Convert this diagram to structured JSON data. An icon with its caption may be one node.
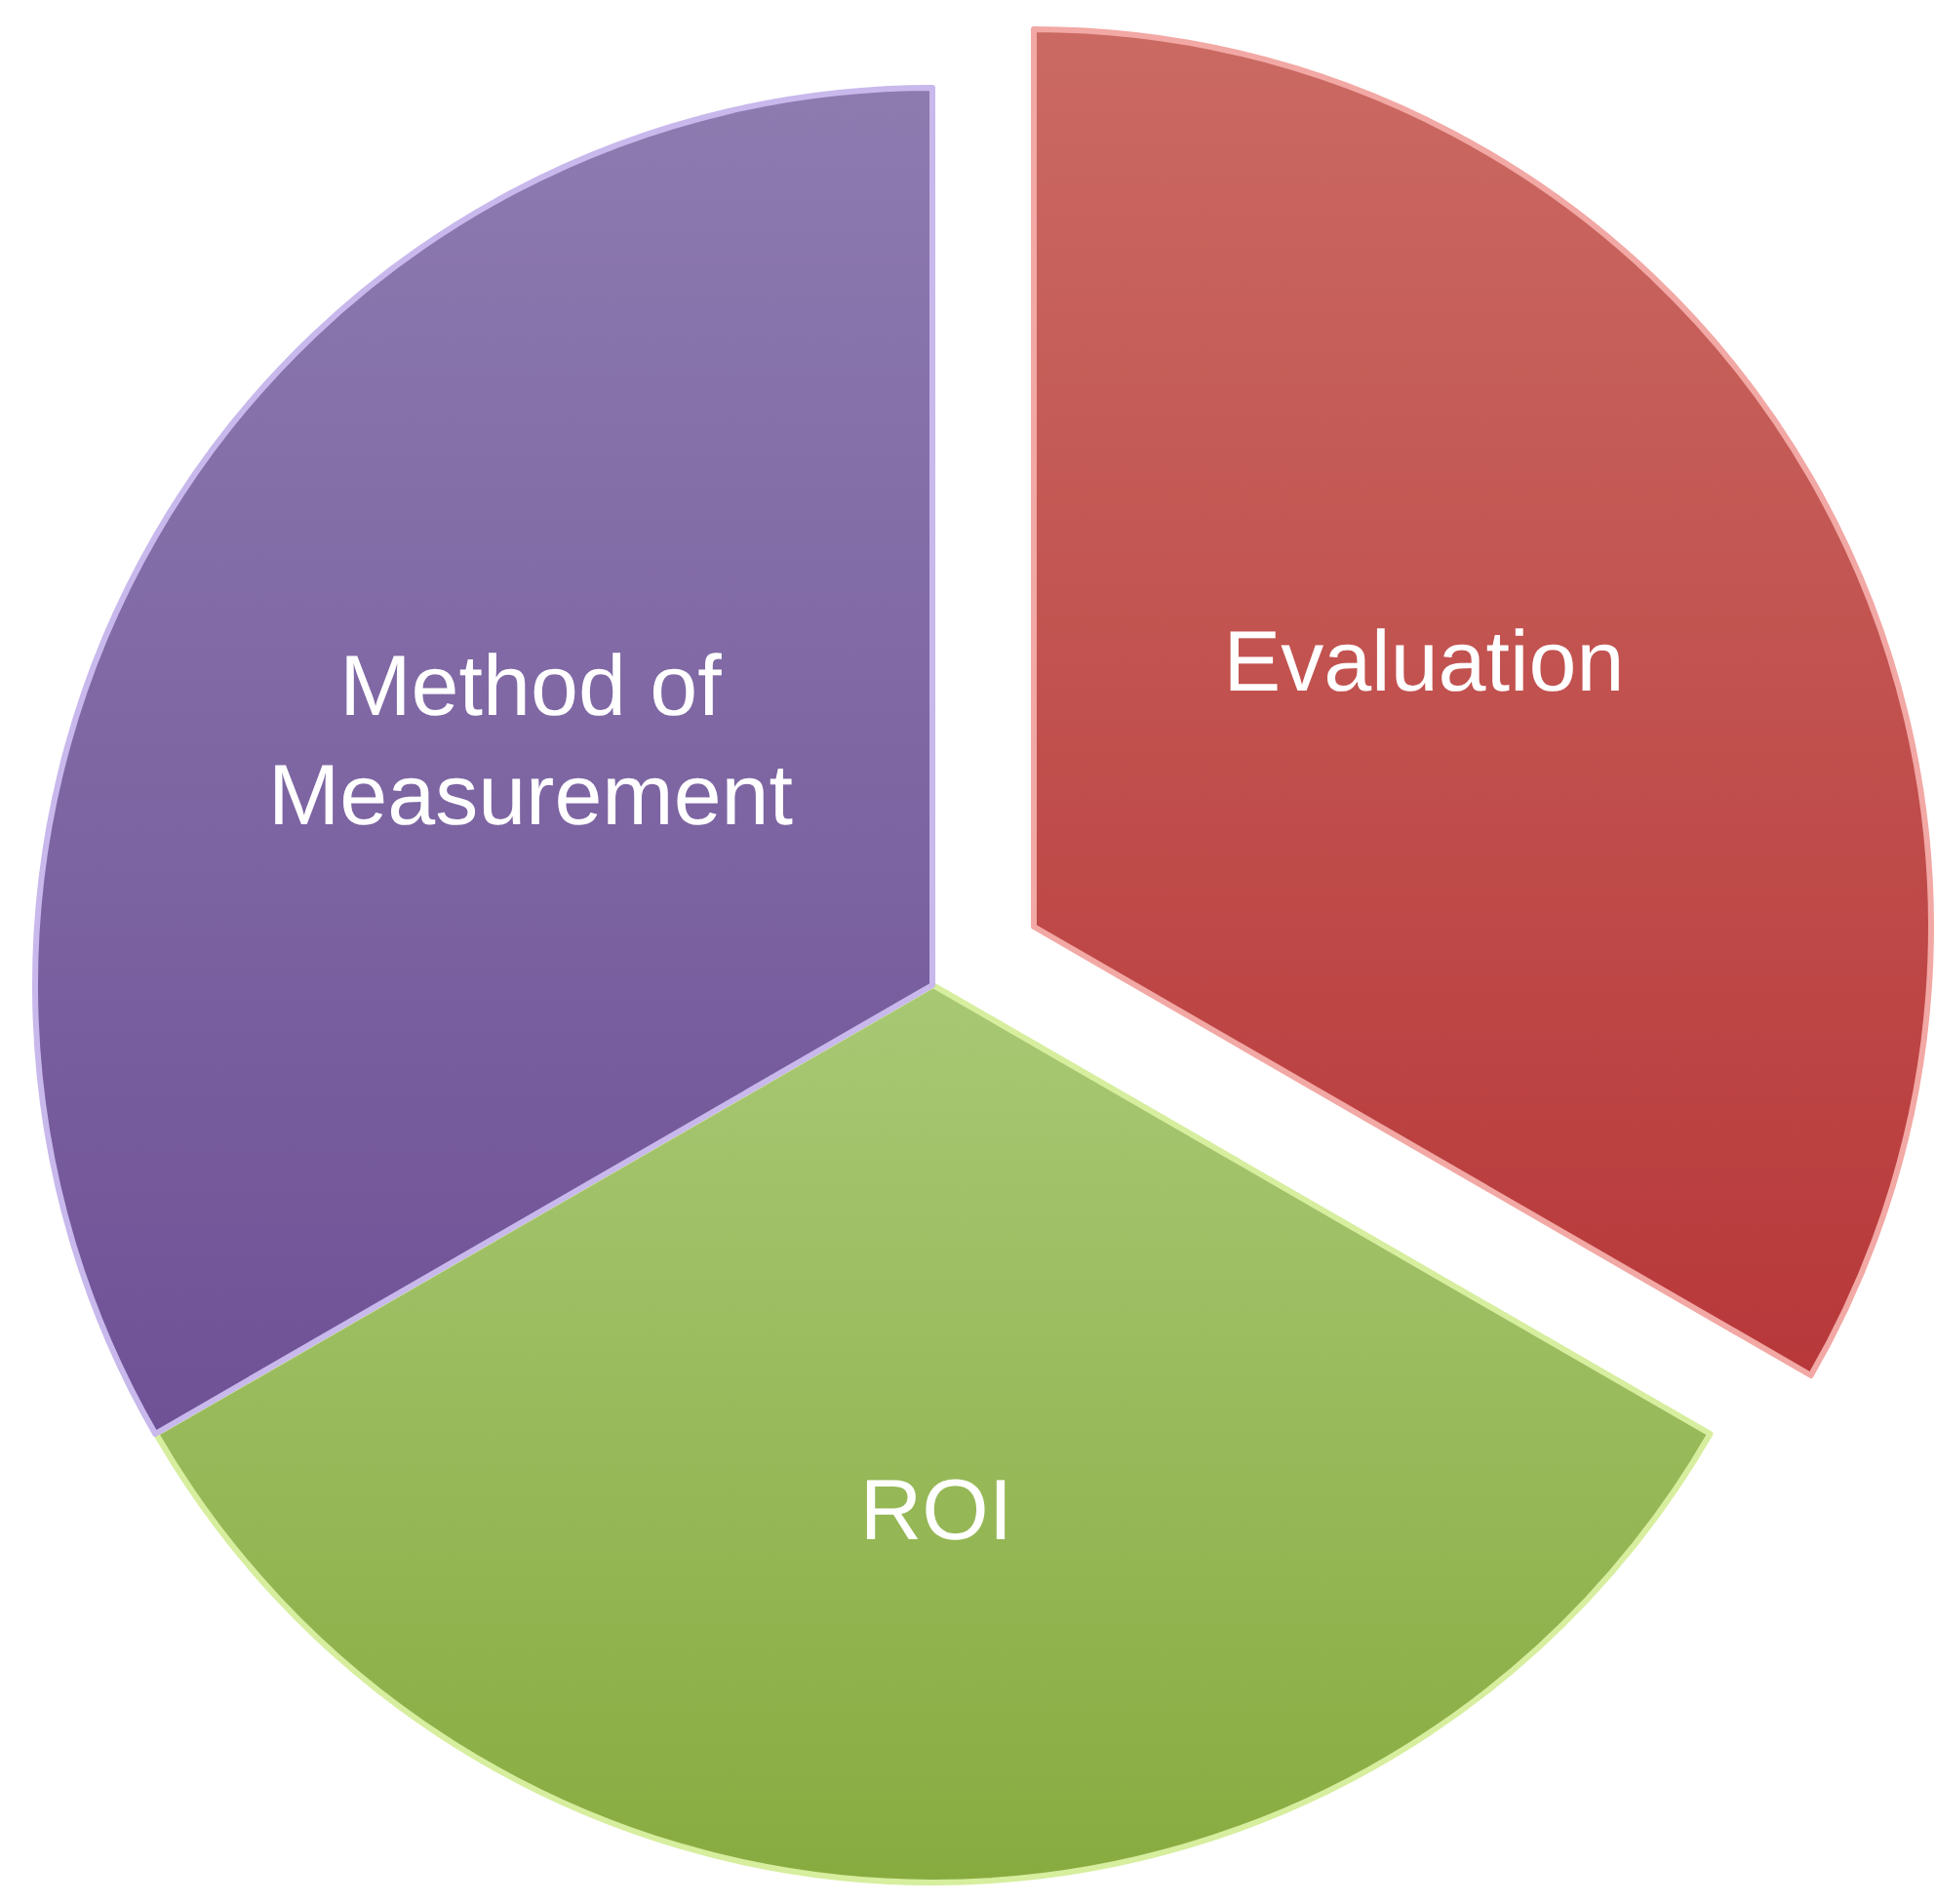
{
  "diagram": {
    "nodes": [
      {
        "text": [
          "Evaluation"
        ]
      },
      {
        "text": [
          "ROI"
        ]
      },
      {
        "text": [
          "Method of Measurement"
        ]
      }
    ]
  }
}
